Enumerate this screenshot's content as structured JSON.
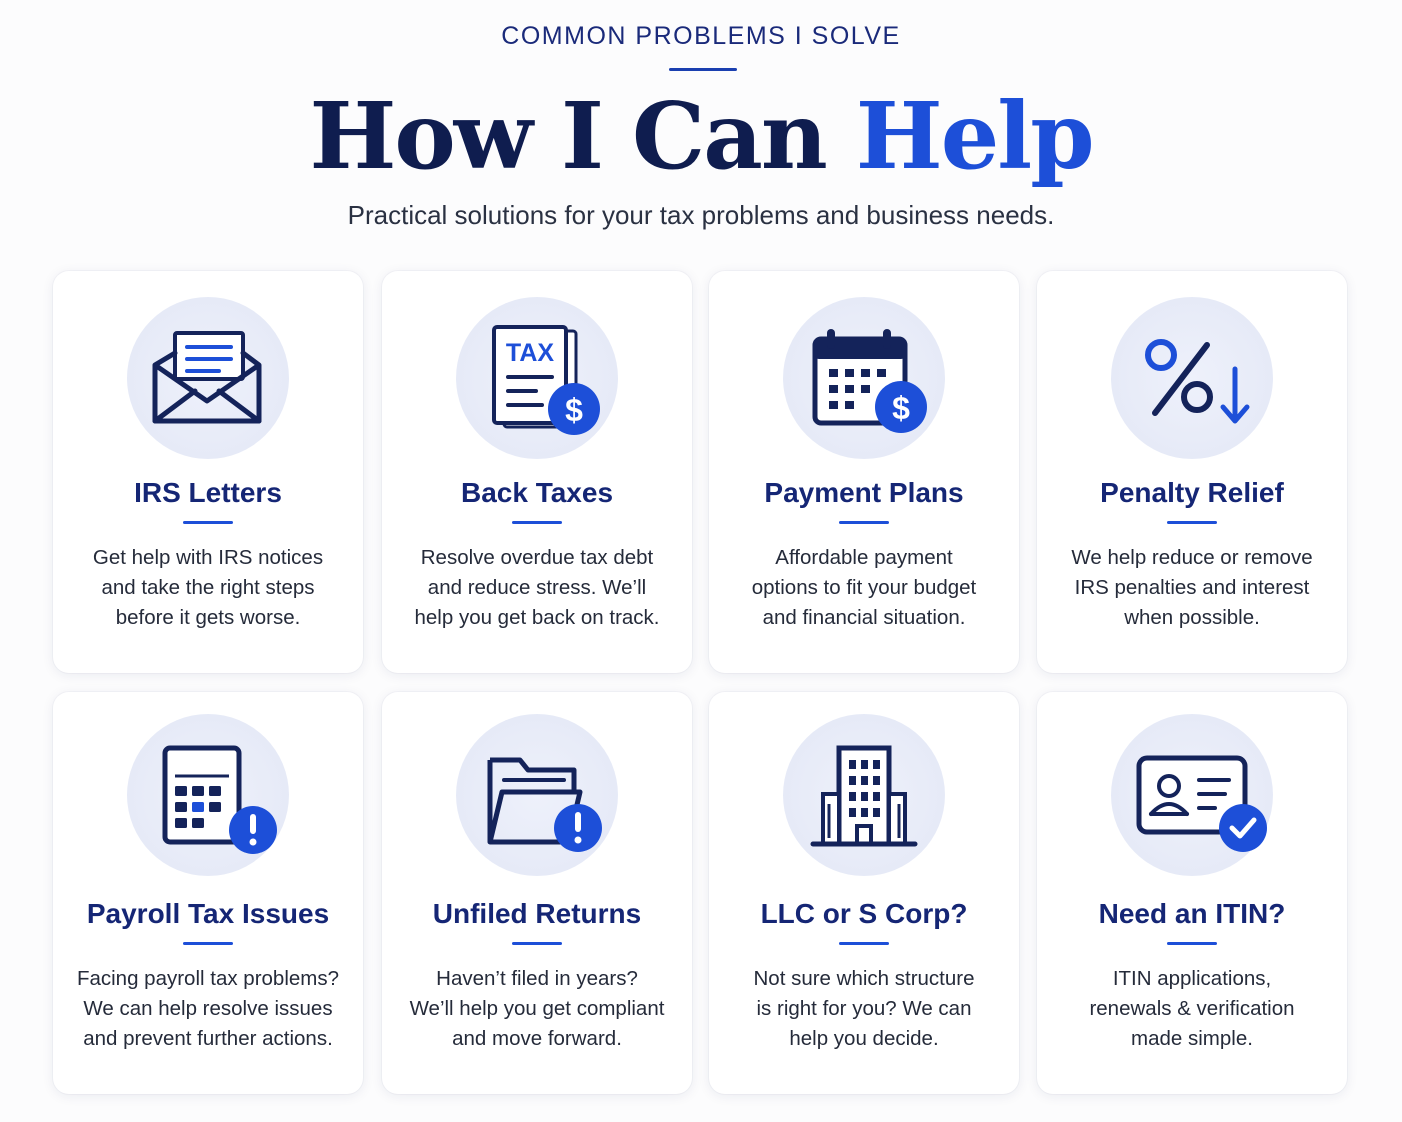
{
  "header": {
    "eyebrow": "COMMON PROBLEMS I SOLVE",
    "title_main": "How I Can Help",
    "title_plain": "How I Can ",
    "title_accent": "Help",
    "subtitle": "Practical solutions for your tax problems and business needs."
  },
  "colors": {
    "navy": "#14235a",
    "accent": "#1d4fd8",
    "card_bg": "#ffffff",
    "icon_circle": "#e8ecf8"
  },
  "cards": [
    {
      "title": "IRS Letters",
      "icon": "envelope-letter-icon",
      "lines": [
        "Get help with IRS notices",
        "and take the right steps",
        "before it gets worse."
      ]
    },
    {
      "title": "Back Taxes",
      "icon": "tax-document-dollar-icon",
      "badge_text": "TAX",
      "lines": [
        "Resolve overdue tax debt",
        "and reduce stress. We’ll",
        "help you get back on track."
      ]
    },
    {
      "title": "Payment Plans",
      "icon": "calendar-dollar-icon",
      "lines": [
        "Affordable payment",
        "options to fit your budget",
        "and financial situation."
      ]
    },
    {
      "title": "Penalty Relief",
      "icon": "percent-down-icon",
      "lines": [
        "We help reduce or remove",
        "IRS penalties and interest",
        "when possible."
      ]
    },
    {
      "title": "Payroll Tax Issues",
      "icon": "calculator-alert-icon",
      "lines": [
        "Facing payroll tax problems?",
        "We can help resolve issues",
        "and prevent further actions."
      ]
    },
    {
      "title": "Unfiled Returns",
      "icon": "folder-alert-icon",
      "lines": [
        "Haven’t filed in years?",
        "We’ll help you get compliant",
        "and move forward."
      ]
    },
    {
      "title": "LLC or S Corp?",
      "icon": "office-building-icon",
      "lines": [
        "Not sure which structure",
        "is right for you? We can",
        "help you decide."
      ]
    },
    {
      "title": "Need an ITIN?",
      "icon": "id-card-check-icon",
      "lines": [
        "ITIN applications,",
        "renewals & verification",
        "made simple."
      ]
    }
  ]
}
